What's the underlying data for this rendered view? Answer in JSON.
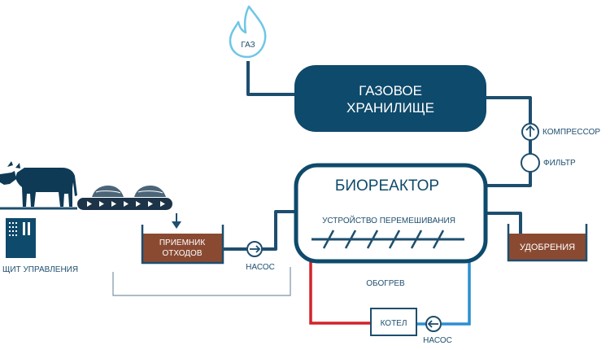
{
  "colors": {
    "navy": "#0e4a6b",
    "pipe": "#1e4e6e",
    "thin_line": "#7a93a6",
    "hot": "#d2232a",
    "cold": "#2b8fd0",
    "tank_brown": "#8a4a32",
    "flame": "#6ec6e6",
    "conveyor": "#1c3348"
  },
  "labels": {
    "gas": "ГАЗ",
    "storage_line1": "ГАЗОВОЕ",
    "storage_line2": "ХРАНИЛИЩЕ",
    "compressor": "КОМПРЕССОР",
    "filter": "ФИЛЬТР",
    "bioreactor": "БИОРЕАКТОР",
    "mixer": "УСТРОЙСТВО ПЕРЕМЕШИВАНИЯ",
    "receiver_line1": "ПРИЕМНИК",
    "receiver_line2": "ОТХОДОВ",
    "pump_top": "НАСОС",
    "fertilizer": "УДОБРЕНИЯ",
    "control_panel": "ЩИТ УПРАВЛЕНИЯ",
    "heating": "ОБОГРЕВ",
    "boiler": "КОТЕЛ",
    "pump_bottom": "НАСОС"
  },
  "icons": {
    "flame": "flame-icon",
    "cow": "cow-icon",
    "compressor_arrow": "arrow-up-icon",
    "pump_arrow_right": "arrow-right-icon",
    "pump_arrow_left": "arrow-left-icon"
  }
}
